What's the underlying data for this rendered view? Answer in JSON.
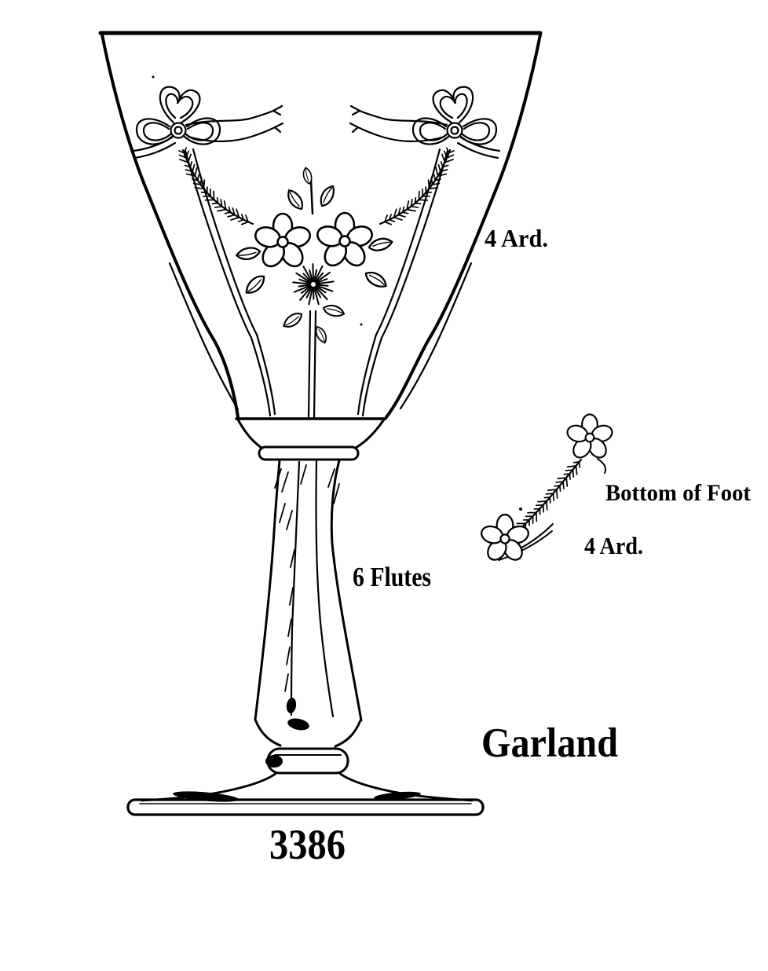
{
  "page": {
    "background_color": "#ffffff",
    "ink_color": "#000000"
  },
  "drawing": {
    "pattern_name": "Garland",
    "line_number": "3386",
    "labels": {
      "bowl_arrangement": "4 Ard.",
      "stem_flutes": "6 Flutes",
      "foot_detail": "Bottom of Foot",
      "foot_arrangement": "4 Ard."
    }
  }
}
